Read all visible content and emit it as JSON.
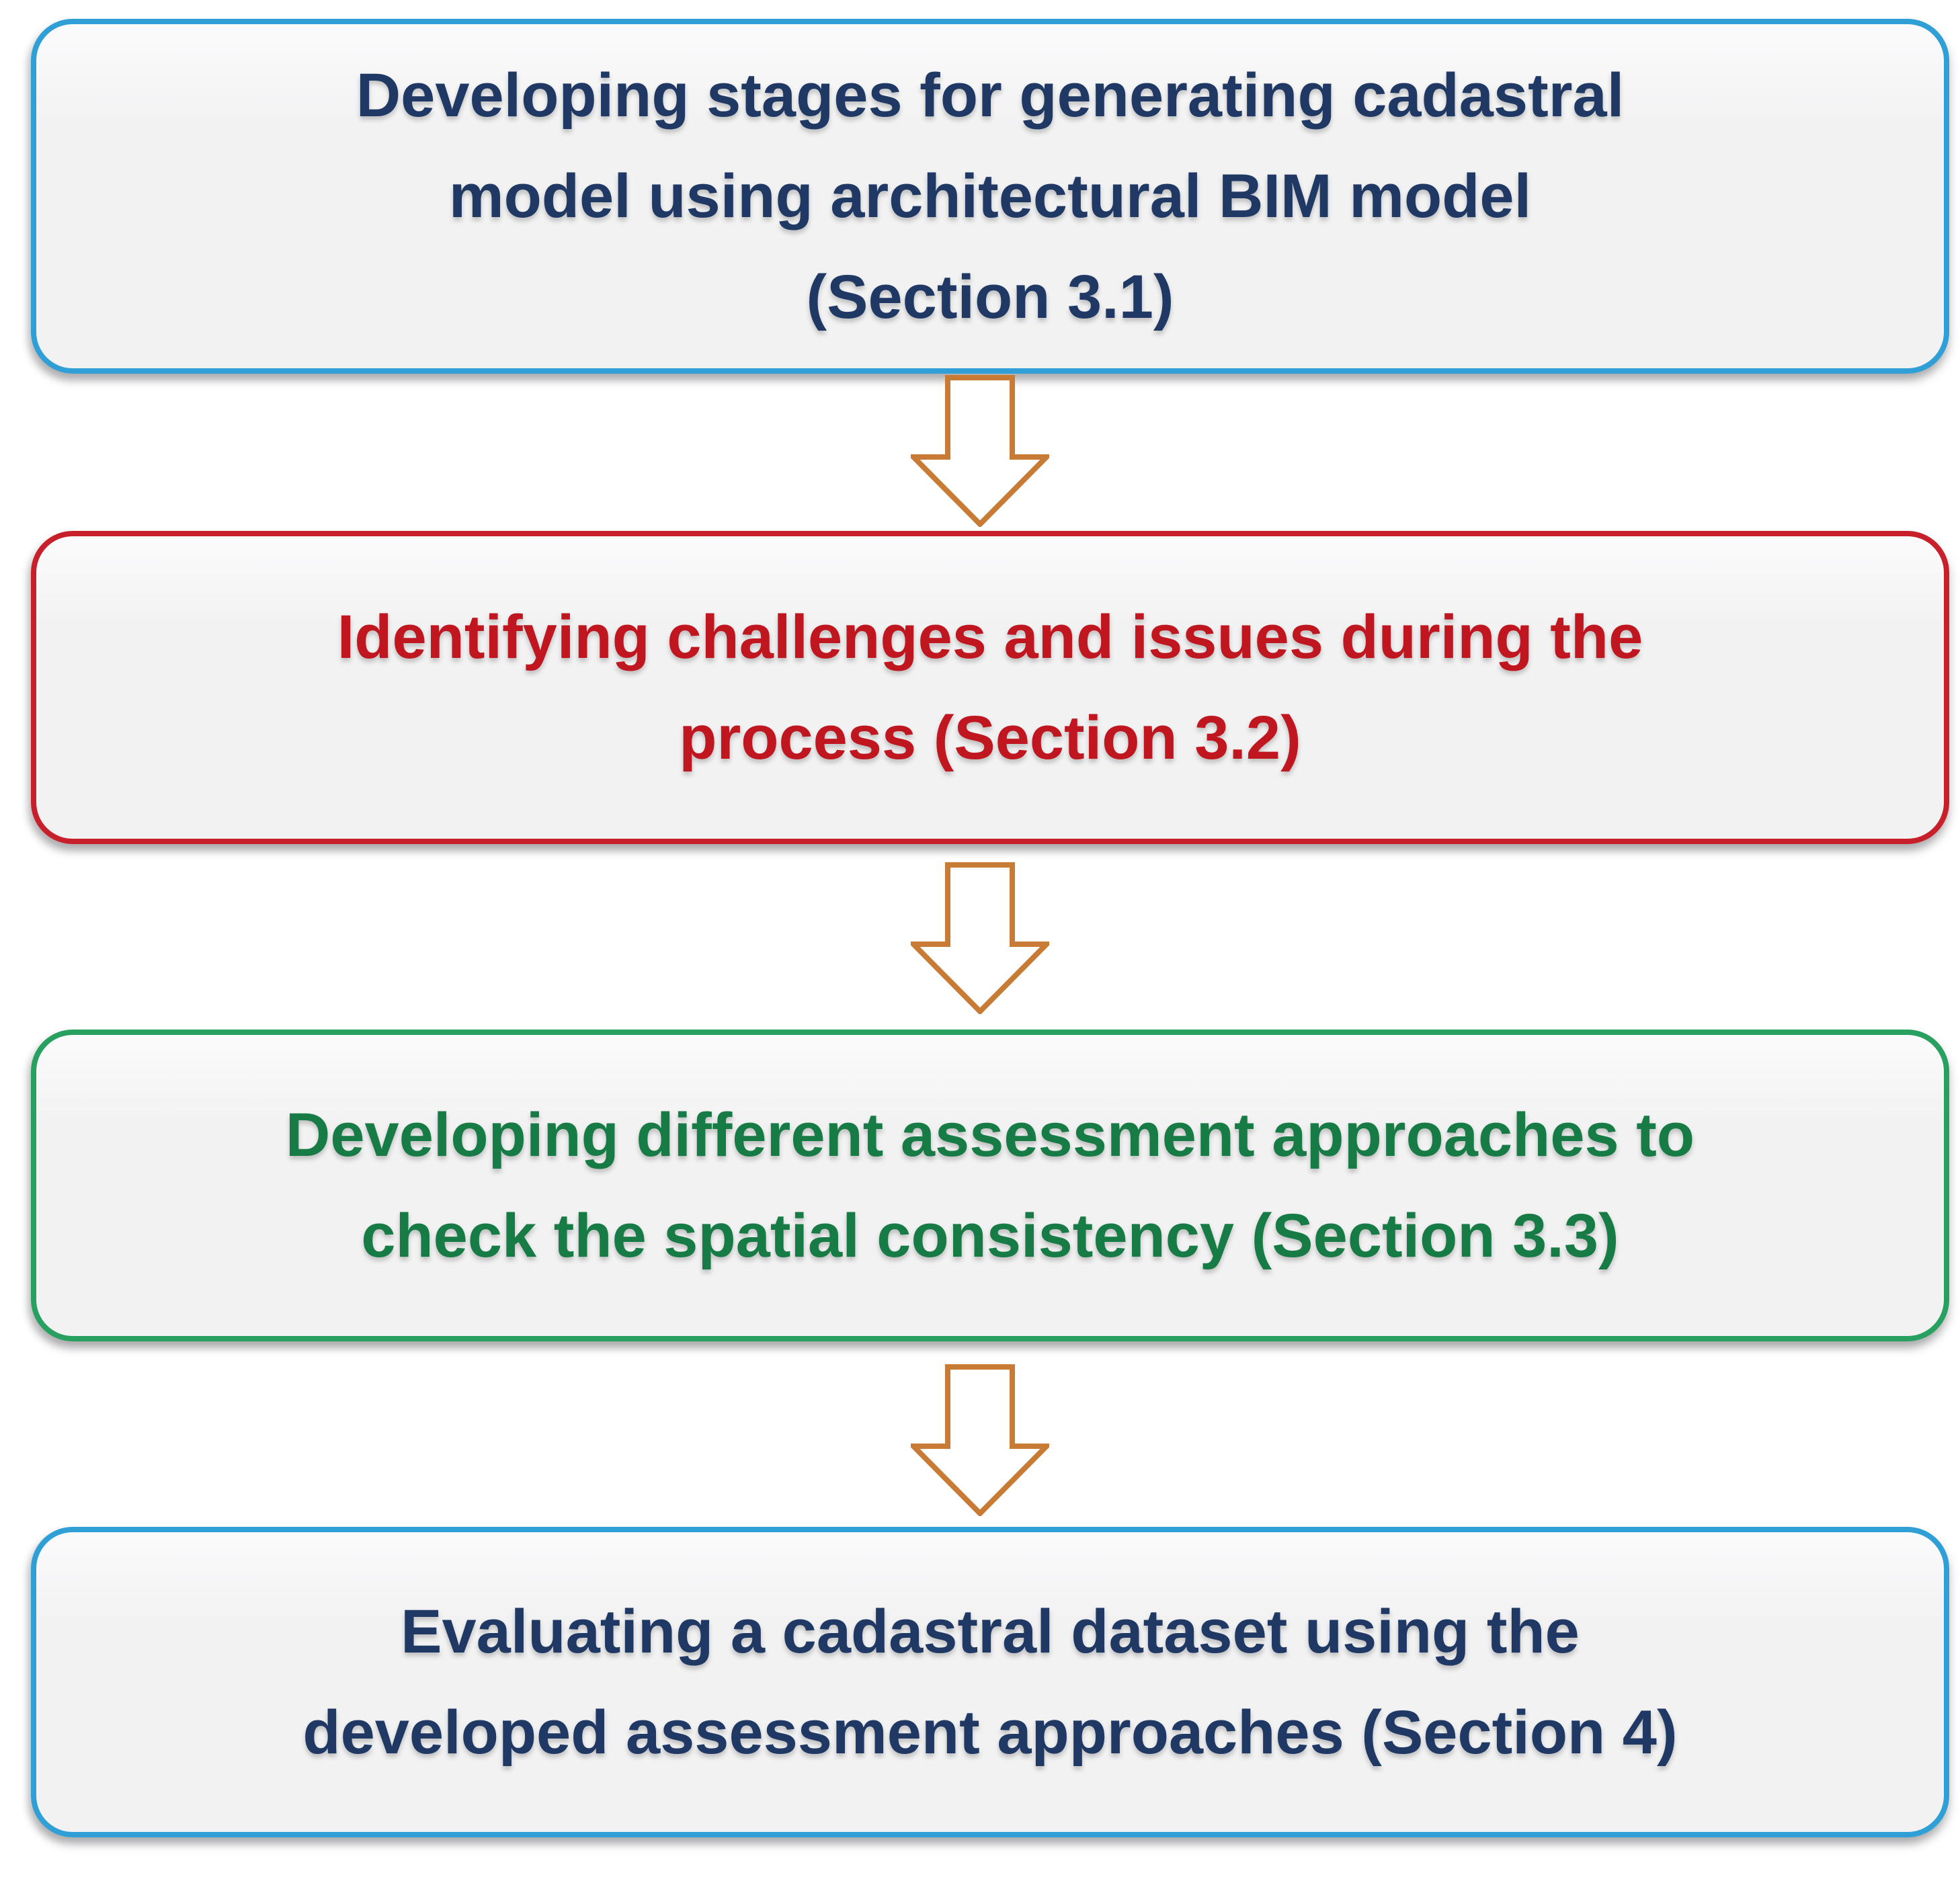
{
  "colors": {
    "arrow": "#c87b35",
    "box_fill": "#f2f2f3",
    "page_background": "#ffffff"
  },
  "nodes": [
    {
      "name": "stage-1",
      "border_color": "#2f9fd6",
      "text_color": "#1f3864",
      "lines": [
        "Developing stages for generating cadastral",
        "model using architectural BIM model",
        "(Section 3.1)"
      ]
    },
    {
      "name": "stage-2",
      "border_color": "#c8202a",
      "text_color": "#bf161f",
      "lines": [
        "Identifying challenges and issues during the",
        "process (Section 3.2)"
      ]
    },
    {
      "name": "stage-3",
      "border_color": "#27a060",
      "text_color": "#177b45",
      "lines": [
        "Developing different assessment approaches to",
        "check the spatial consistency (Section 3.3)"
      ]
    },
    {
      "name": "stage-4",
      "border_color": "#2f9fd6",
      "text_color": "#1f3864",
      "lines": [
        "Evaluating a cadastral dataset using the",
        "developed assessment approaches (Section 4)"
      ]
    }
  ]
}
